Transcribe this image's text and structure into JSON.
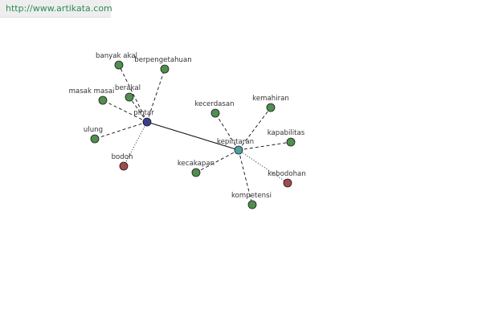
{
  "source_url": "http://www.artikata.com",
  "colors": {
    "synonym": "#4f8f4f",
    "antonym": "#a14b4b",
    "primary_hub": "#3a3d8f",
    "secondary_hub": "#4f9f9f",
    "edge": "#111111"
  },
  "hubs": [
    {
      "id": "pintar",
      "label": "pintar",
      "kind": "primary_hub"
    },
    {
      "id": "kepintaran",
      "label": "kepintaran",
      "kind": "secondary_hub"
    }
  ],
  "nodes": [
    {
      "id": "banyak-akal",
      "label": "banyak akal",
      "kind": "synonym",
      "hub": "pintar"
    },
    {
      "id": "berpengetahuan",
      "label": "berpengetahuan",
      "kind": "synonym",
      "hub": "pintar"
    },
    {
      "id": "berakal",
      "label": "berakal",
      "kind": "synonym",
      "hub": "pintar"
    },
    {
      "id": "masak-masai",
      "label": "masak masai",
      "kind": "synonym",
      "hub": "pintar"
    },
    {
      "id": "ulung",
      "label": "ulung",
      "kind": "synonym",
      "hub": "pintar"
    },
    {
      "id": "bodoh",
      "label": "bodoh",
      "kind": "antonym",
      "hub": "pintar"
    },
    {
      "id": "kecerdasan",
      "label": "kecerdasan",
      "kind": "synonym",
      "hub": "kepintaran"
    },
    {
      "id": "kemahiran",
      "label": "kemahiran",
      "kind": "synonym",
      "hub": "kepintaran"
    },
    {
      "id": "kapabilitas",
      "label": "kapabilitas",
      "kind": "synonym",
      "hub": "kepintaran"
    },
    {
      "id": "kecakapan",
      "label": "kecakapan",
      "kind": "synonym",
      "hub": "kepintaran"
    },
    {
      "id": "kebodohan",
      "label": "kebodohan",
      "kind": "antonym",
      "hub": "kepintaran"
    },
    {
      "id": "kompetensi",
      "label": "kompetensi",
      "kind": "synonym",
      "hub": "kepintaran"
    }
  ],
  "edges": [
    {
      "from": "pintar",
      "to": "kepintaran",
      "style": "solid"
    },
    {
      "from": "pintar",
      "to": "banyak-akal",
      "style": "dashed"
    },
    {
      "from": "pintar",
      "to": "berpengetahuan",
      "style": "dashed"
    },
    {
      "from": "pintar",
      "to": "berakal",
      "style": "dashed"
    },
    {
      "from": "pintar",
      "to": "masak-masai",
      "style": "dashed"
    },
    {
      "from": "pintar",
      "to": "ulung",
      "style": "dashed"
    },
    {
      "from": "pintar",
      "to": "bodoh",
      "style": "dotted"
    },
    {
      "from": "kepintaran",
      "to": "kecerdasan",
      "style": "dashed"
    },
    {
      "from": "kepintaran",
      "to": "kemahiran",
      "style": "dashed"
    },
    {
      "from": "kepintaran",
      "to": "kapabilitas",
      "style": "dashed"
    },
    {
      "from": "kepintaran",
      "to": "kecakapan",
      "style": "dashed"
    },
    {
      "from": "kepintaran",
      "to": "kompetensi",
      "style": "dashed"
    },
    {
      "from": "kepintaran",
      "to": "kebodohan",
      "style": "dotted"
    }
  ]
}
